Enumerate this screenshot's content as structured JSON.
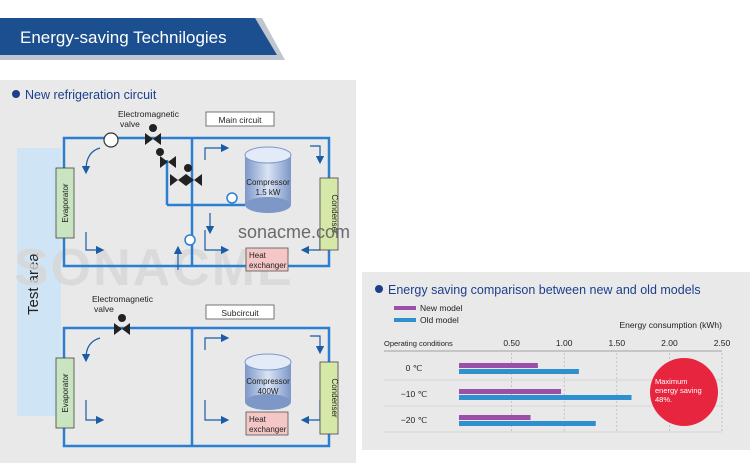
{
  "page_title": "Energy-saving Technilogies",
  "watermark": "sonacme.com",
  "watermark_big": "SONACME",
  "circuit": {
    "heading": "New refrigeration circuit",
    "test_area": "Test area",
    "main": {
      "label": "Main circuit",
      "valve": [
        "Electromagnetic",
        "valve"
      ],
      "evaporator": "Evaporator",
      "compressor": [
        "Compressor",
        "1.5 kW"
      ],
      "condenser": "Condenser",
      "heat_exchanger": [
        "Heat",
        "exchanger"
      ]
    },
    "sub": {
      "label": "Subcircuit",
      "valve": [
        "Electromagnetic",
        "valve"
      ],
      "evaporator": "Evaporator",
      "compressor": [
        "Compressor",
        "400W"
      ],
      "condenser": "Condenser",
      "heat_exchanger": [
        "Heat",
        "exchanger"
      ]
    }
  },
  "comparison": {
    "heading": "Energy saving comparison between new and old models",
    "callout": [
      "Maximum",
      "energy saving",
      "48%."
    ],
    "colors": {
      "new": "#9b4fa8",
      "old": "#2f8fcf",
      "callout": "#e8253f"
    }
  },
  "chart_data": {
    "type": "bar",
    "orientation": "horizontal",
    "categories": [
      "0 ℃",
      "−10 ℃",
      "−20 ℃"
    ],
    "series": [
      {
        "name": "New model",
        "values": [
          0.75,
          0.97,
          0.68
        ]
      },
      {
        "name": "Old model",
        "values": [
          1.14,
          1.64,
          1.3
        ]
      }
    ],
    "xlabel": "Energy consumption (kWh)",
    "ylabel": "Operating conditions",
    "xticks": [
      "0.50",
      "1.00",
      "1.50",
      "2.00",
      "2.50"
    ],
    "xlim": [
      0,
      2.5
    ],
    "legend": "top-left",
    "grid": true
  }
}
